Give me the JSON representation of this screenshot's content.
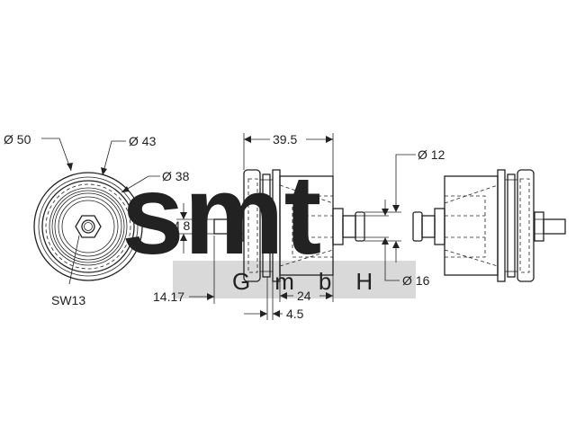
{
  "watermark": {
    "logo_text": "smt",
    "sub_text": "GmbH",
    "color_logo": "#f4c7c7",
    "color_band": "#d9d9d9"
  },
  "dimensions": {
    "d50": "Ø 50",
    "d43": "Ø 43",
    "d38": "Ø 38",
    "m8": "M 8",
    "sw13": "SW13",
    "len_39_5": "39.5",
    "len_14_17": "14.17",
    "len_24": "24",
    "len_4_5": "4.5",
    "d12": "Ø 12",
    "d16": "Ø 16"
  }
}
